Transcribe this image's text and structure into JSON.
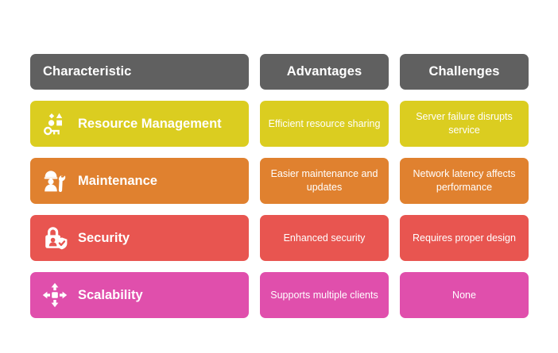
{
  "table": {
    "header": {
      "characteristic": "Characteristic",
      "advantages": "Advantages",
      "challenges": "Challenges"
    },
    "rows": [
      {
        "characteristic": "Resource Management",
        "icon": "shapes-key-icon",
        "advantage": "Efficient resource sharing",
        "challenge": "Server failure disrupts service",
        "color": "#DBCD20"
      },
      {
        "characteristic": "Maintenance",
        "icon": "worker-wrench-icon",
        "advantage": "Easier maintenance and updates",
        "challenge": "Network latency affects performance",
        "color": "#E0812F"
      },
      {
        "characteristic": "Security",
        "icon": "padlock-shield-icon",
        "advantage": "Enhanced security",
        "challenge": "Requires proper design",
        "color": "#E85550"
      },
      {
        "characteristic": "Scalability",
        "icon": "expand-arrows-icon",
        "advantage": "Supports multiple clients",
        "challenge": "None",
        "color": "#E04FAC"
      }
    ]
  },
  "colors": {
    "header_background": "#606060",
    "page_background": "#FFFFFF",
    "text_on_fill": "#FFFFFF",
    "row_yellow": "#DBCD20",
    "row_orange": "#E0812F",
    "row_red": "#E85550",
    "row_pink": "#E04FAC"
  }
}
